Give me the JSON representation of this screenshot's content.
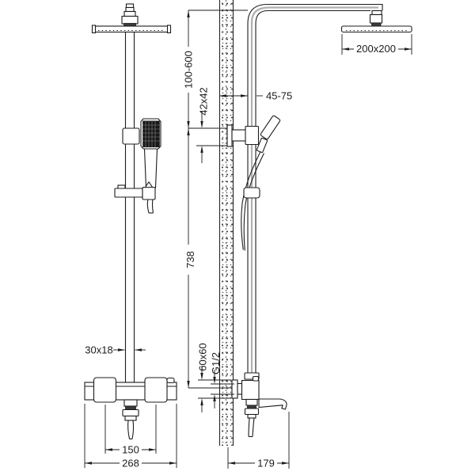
{
  "drawing": {
    "colors": {
      "line": "#1c1c1c",
      "background": "#ffffff",
      "pipe_core": "#b0b0b0",
      "handset_face": "#181818"
    },
    "dimensions": {
      "overhead_size": "200x200",
      "height_adjust": "100-600",
      "bracket": "42x42",
      "wall_distance": "45-75",
      "column_height": "738",
      "rail_profile": "30x18",
      "wall_plate": "60x60",
      "thread": "G1/2",
      "handle_spacing": "150",
      "body_width": "268",
      "depth": "179"
    }
  }
}
